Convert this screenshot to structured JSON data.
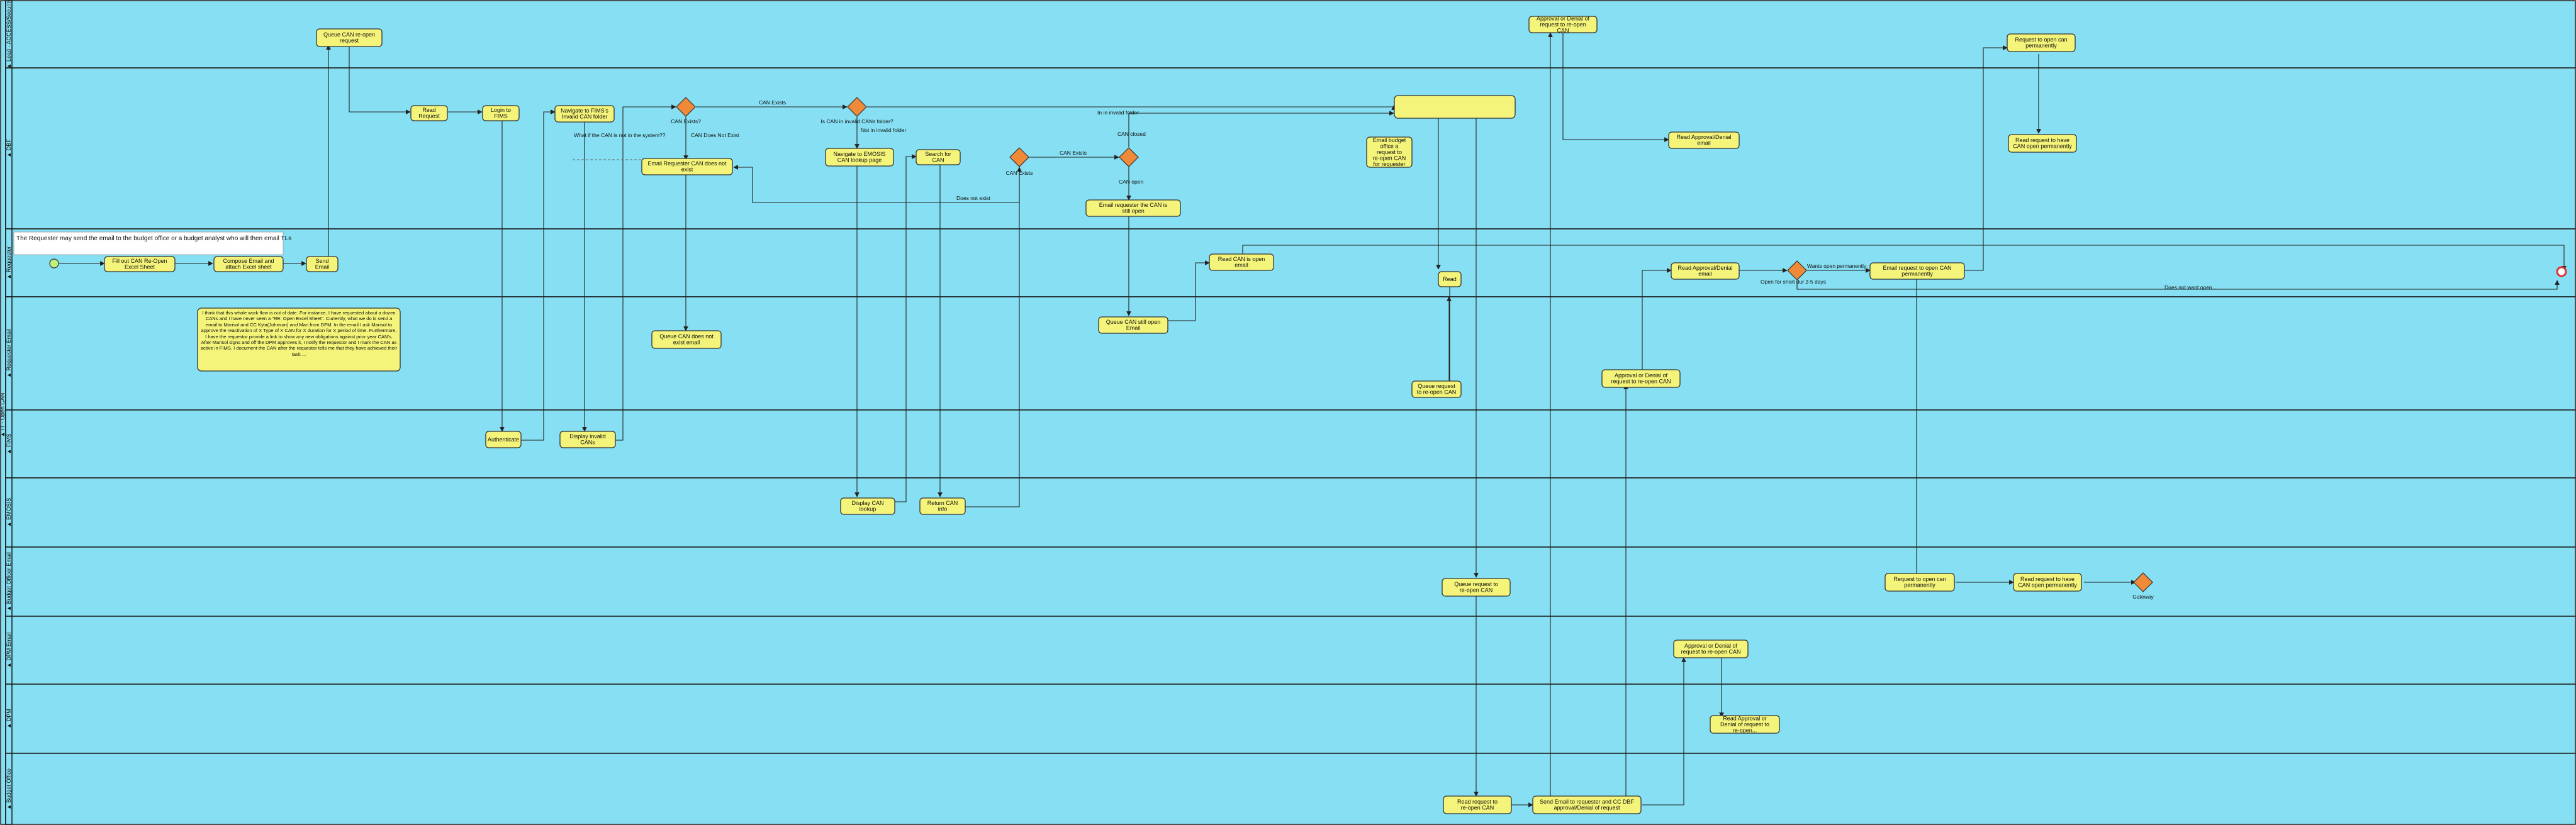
{
  "pool": {
    "label": "▲ IT - Open CAN"
  },
  "lanes": [
    {
      "id": "lane-security",
      "label": "▲ Lead - ACCESS/Security"
    },
    {
      "id": "lane-dbf",
      "label": "▲ DBF"
    },
    {
      "id": "lane-requester",
      "label": "▲ Requester"
    },
    {
      "id": "lane-requester-email",
      "label": "▲ Requester Email"
    },
    {
      "id": "lane-fims",
      "label": "▲ FIMS"
    },
    {
      "id": "lane-emosis",
      "label": "▲ EMOSIS"
    },
    {
      "id": "lane-budget-analyst",
      "label": "▲ Budget Officer Email"
    },
    {
      "id": "lane-dpm-email",
      "label": "▲ DPM Email"
    },
    {
      "id": "lane-dpm",
      "label": "▲ DPM"
    },
    {
      "id": "lane-budget-office",
      "label": "▲ Budget Office"
    }
  ],
  "banner": {
    "text": "The Requester may send the email to the budget office or a budget analyst who will then email TLs"
  },
  "note": {
    "text": "I think that this whole work flow is out of date. For instance, I have requested about a dozen CANs and I have never seen a \"RE: Open Excel Sheet\". Currently, what we do is send a email to Marisol and CC Kyla(Johnson) and Mari from DPM. In the email I ask Marisol to approve the reactivation of X Type of X CAN for X duration for X period of time. Furthermore, I have the requestor provide a link to show any new obligations against prior year CAN's. After Marisol signs and off the DPM approves it, I notify the requestor and I mark the CAN as active in FIMS. I document the CAN after the requestor tells me that they have achieved their task ..."
  },
  "tasks": {
    "queue_can_reopen": "Queue CAN re-open request",
    "read_request": "Read Request",
    "login_fims": "Login to FIMS",
    "navigate_invalid": "Navigate to FIMS's Invalid CAN folder",
    "email_not_exist": "Email Requester CAN does not exist",
    "navigate_emosis": "Navigate to EMOSIS CAN lookup page",
    "search_can": "Search for CAN",
    "email_still_open": "Email requester the CAN is still open",
    "approval_denial_security": "Approval or Denial of request to re-open CAN",
    "request_open_perm": "Request to open can permanently",
    "read_approval_dbf": "Read Approval/Denial email",
    "read_request_perm": "Read request to have CAN open permanently",
    "email_budget_office": "Email budget office a request to re-open CAN for requester",
    "fill_out_can": "Fill out CAN Re-Open Excel Sheet",
    "compose_email": "Compose Email and attach Excel sheet",
    "send_email": "Send Email",
    "read_can_open": "Read CAN is open email",
    "read": "Read",
    "read_approval_req": "Read Approval/Denial email",
    "email_open_perm": "Email request to open CAN permanently",
    "queue_not_exist": "Queue CAN does not exist email",
    "queue_still_open": "Queue CAN still open Email",
    "queue_request_reopen": "Queue request to re-open CAN",
    "approval_denial_req": "Approval or Denial of request to re-open CAN",
    "authenticate": "Authenticate",
    "display_invalid": "Display invalid CANs",
    "display_lookup": "Display CAN lookup",
    "return_info": "Return CAN info",
    "queue_request_bo": "Queue request to re-open CAN",
    "request_perm_bo": "Request to open can permanently",
    "read_request_perm_bo": "Read request to have CAN open permanently",
    "approval_denial_dpm": "Approval or Denial of request to re-open CAN",
    "read_approval_dpm": "Read Approval or Denial of request to re-open...",
    "read_request_reopen": "Read request to re-open CAN",
    "send_email_cc": "Send Email to requester and CC DBF approval/Denial of request"
  },
  "gateways": {
    "can_exists": "CAN Exists?",
    "in_invalid": "Is CAN in invalid CANs folder?",
    "can_exists_2": "CAN Exists",
    "open_perm": "",
    "gateway": "Gateway"
  },
  "edge_labels": {
    "can_exists_yes": "CAN Exists",
    "can_not_exist": "CAN Does Not Exist",
    "what_if": "What if the CAN is not in the system??",
    "in_invalid": "In in invalid folder",
    "not_in_invalid": "Not in invalid folder",
    "can_closed": "CAN closed",
    "can_exists_lbl": "CAN Exists",
    "does_not_exist": "Does not exist",
    "can_open": "CAN open",
    "wants_open_perm": "Wants open permanently",
    "open_for_days": "Open for short dur 2-5 days",
    "does_not_want": "Does not want open ..."
  }
}
